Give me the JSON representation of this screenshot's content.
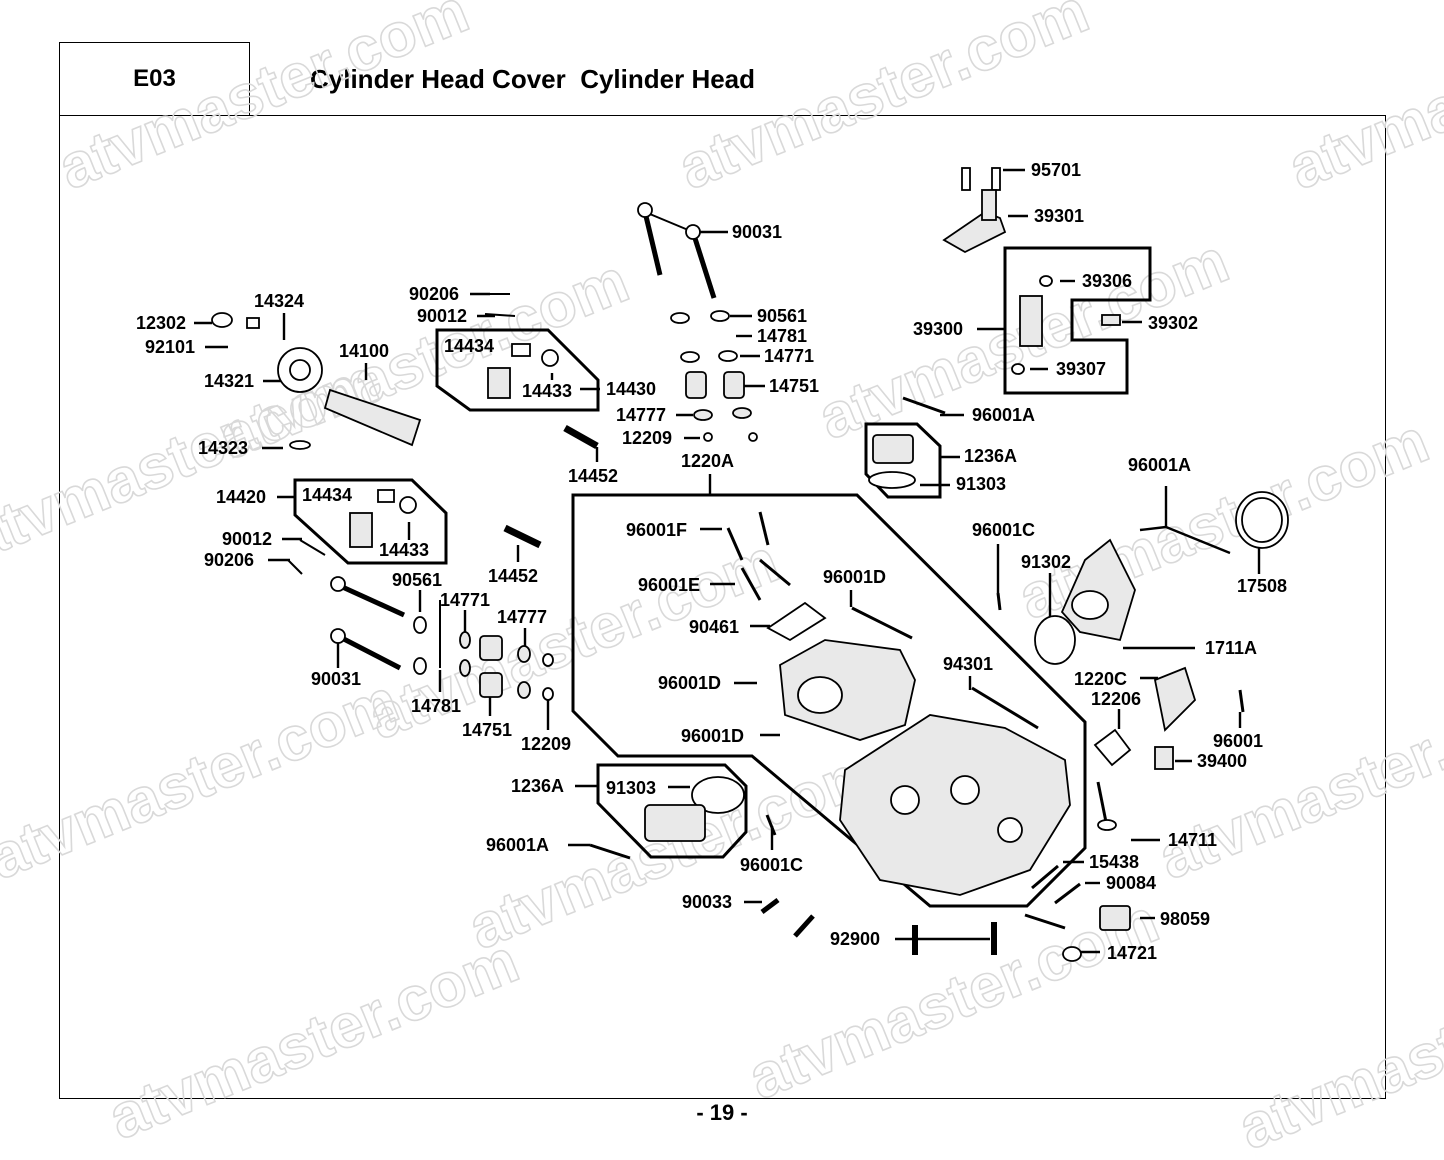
{
  "header": {
    "code": "E03",
    "title": "Cylinder Head Cover  Cylinder Head"
  },
  "page_number": "- 19 -",
  "watermark": "atvmaster.com",
  "parts": [
    "95701",
    "39301",
    "90031",
    "39306",
    "39302",
    "39300",
    "39307",
    "90561",
    "14781",
    "14771",
    "14751",
    "14777",
    "12209",
    "1220A",
    "96001A",
    "1236A",
    "91303",
    "12302",
    "14324",
    "92101",
    "14100",
    "14321",
    "14323",
    "90206",
    "90012",
    "14434",
    "14433",
    "14430",
    "14452",
    "14420",
    "96001F",
    "96001E",
    "96001D",
    "90461",
    "96001C",
    "91302",
    "17508",
    "1711A",
    "94301",
    "1220C",
    "12206",
    "96001",
    "39400",
    "90031",
    "14711",
    "15438",
    "90084",
    "98059",
    "14721",
    "90033",
    "92900"
  ],
  "labels": {
    "l95701": "95701",
    "l39301": "39301",
    "l90031a": "90031",
    "l39306": "39306",
    "l39302": "39302",
    "l39300": "39300",
    "l39307": "39307",
    "l90561a": "90561",
    "l14781a": "14781",
    "l14771a": "14771",
    "l14751a": "14751",
    "l14777a": "14777",
    "l12209a": "12209",
    "l1220A": "1220A",
    "l96001A1": "96001A",
    "l1236A1": "1236A",
    "l91303a": "91303",
    "l12302": "12302",
    "l14324": "14324",
    "l92101": "92101",
    "l14100": "14100",
    "l14321": "14321",
    "l14323": "14323",
    "l90206a": "90206",
    "l90012a": "90012",
    "l14434a": "14434",
    "l14433a": "14433",
    "l14430": "14430",
    "l14452a": "14452",
    "l14420": "14420",
    "l14434b": "14434",
    "l14433b": "14433",
    "l90012b": "90012",
    "l90206b": "90206",
    "l14452b": "14452",
    "l90561b": "90561",
    "l14771b": "14771",
    "l14777b": "14777",
    "l90031b": "90031",
    "l14781b": "14781",
    "l14751b": "14751",
    "l12209b": "12209",
    "l96001F": "96001F",
    "l96001E": "96001E",
    "l96001D1": "96001D",
    "l90461": "90461",
    "l96001D2": "96001D",
    "l96001D3": "96001D",
    "l96001C1": "96001C",
    "l96001A2": "96001A",
    "l91302": "91302",
    "l17508": "17508",
    "l1711A": "1711A",
    "l94301": "94301",
    "l1220C": "1220C",
    "l12206": "12206",
    "l96001": "96001",
    "l39400": "39400",
    "l1236A2": "1236A",
    "l91303b": "91303",
    "l96001A3": "96001A",
    "l96001C2": "96001C",
    "l14711": "14711",
    "l15438": "15438",
    "l90084": "90084",
    "l98059": "98059",
    "l90033": "90033",
    "l92900": "92900",
    "l14721": "14721"
  },
  "colors": {
    "line": "#000000",
    "watermark": "#d9d9d9",
    "part_fill": "#e9e9e9"
  }
}
